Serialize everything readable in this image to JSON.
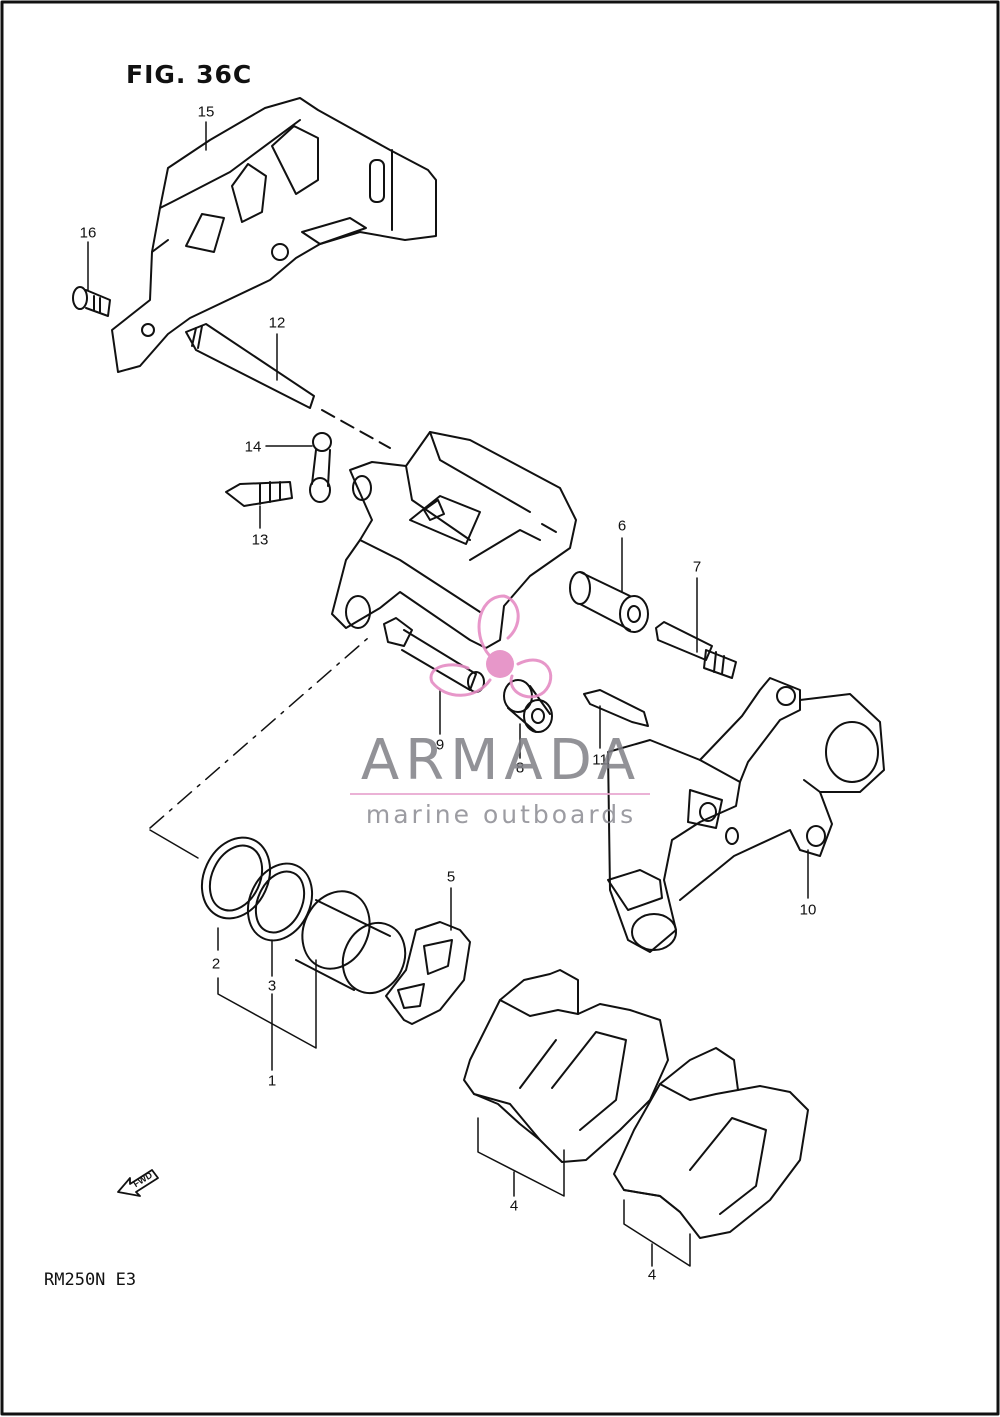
{
  "figure": {
    "title": "FIG. 36C",
    "model": "RM250N E3"
  },
  "callouts": [
    {
      "id": "1",
      "label": "1"
    },
    {
      "id": "2",
      "label": "2"
    },
    {
      "id": "3",
      "label": "3"
    },
    {
      "id": "4a",
      "label": "4"
    },
    {
      "id": "4b",
      "label": "4"
    },
    {
      "id": "5",
      "label": "5"
    },
    {
      "id": "6",
      "label": "6"
    },
    {
      "id": "7",
      "label": "7"
    },
    {
      "id": "8",
      "label": "8"
    },
    {
      "id": "9",
      "label": "9"
    },
    {
      "id": "10",
      "label": "10"
    },
    {
      "id": "11",
      "label": "11"
    },
    {
      "id": "12",
      "label": "12"
    },
    {
      "id": "13",
      "label": "13"
    },
    {
      "id": "14",
      "label": "14"
    },
    {
      "id": "15",
      "label": "15"
    },
    {
      "id": "16",
      "label": "16"
    }
  ],
  "fwd_arrow": {
    "label": "FWD"
  },
  "watermark": {
    "brand": "ARMADA",
    "tagline": "marine outboards",
    "logo": "propeller-logo-icon"
  },
  "colors": {
    "ink": "#111111",
    "watermark_pink": "#e58cc4",
    "watermark_gray": "#7f7f86"
  }
}
